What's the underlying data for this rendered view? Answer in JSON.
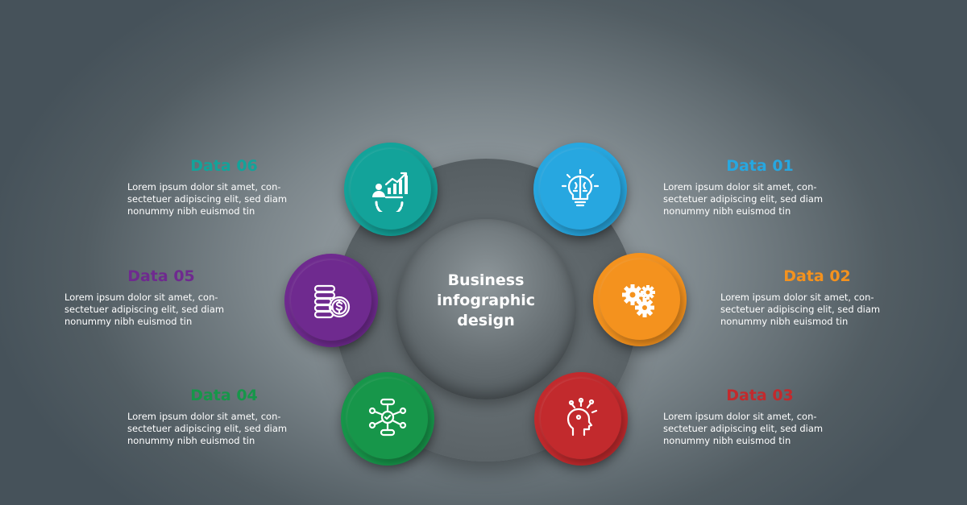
{
  "center": {
    "title": "Business\ninfographic\ndesign"
  },
  "colors": {
    "data01": "#27a7e0",
    "data02": "#f4921e",
    "data03": "#c22a2d",
    "data04": "#17964a",
    "data05": "#6f2a8f",
    "data06": "#13a39a"
  },
  "items": [
    {
      "title": "Data 01",
      "text": "Lorem ipsum dolor sit amet, con-\nsectetuer adipiscing elit, sed diam\nnonummy nibh euismod tin",
      "icon": "brain-bulb-icon"
    },
    {
      "title": "Data 02",
      "text": "Lorem ipsum dolor sit amet, con-\nsectetuer adipiscing elit, sed diam\nnonummy nibh euismod tin",
      "icon": "gears-icon"
    },
    {
      "title": "Data 03",
      "text": "Lorem ipsum dolor sit amet, con-\nsectetuer adipiscing elit, sed diam\nnonummy nibh euismod tin",
      "icon": "head-ideas-icon"
    },
    {
      "title": "Data 04",
      "text": "Lorem ipsum dolor sit amet, con-\nsectetuer adipiscing elit, sed diam\nnonummy nibh euismod tin",
      "icon": "network-bulb-icon"
    },
    {
      "title": "Data 05",
      "text": "Lorem ipsum dolor sit amet, con-\nsectetuer adipiscing elit, sed diam\nnonummy nibh euismod tin",
      "icon": "coins-dollar-icon"
    },
    {
      "title": "Data 06",
      "text": "Lorem ipsum dolor sit amet, con-\nsectetuer adipiscing elit, sed diam\nnonummy nibh euismod tin",
      "icon": "growth-chart-icon"
    }
  ]
}
